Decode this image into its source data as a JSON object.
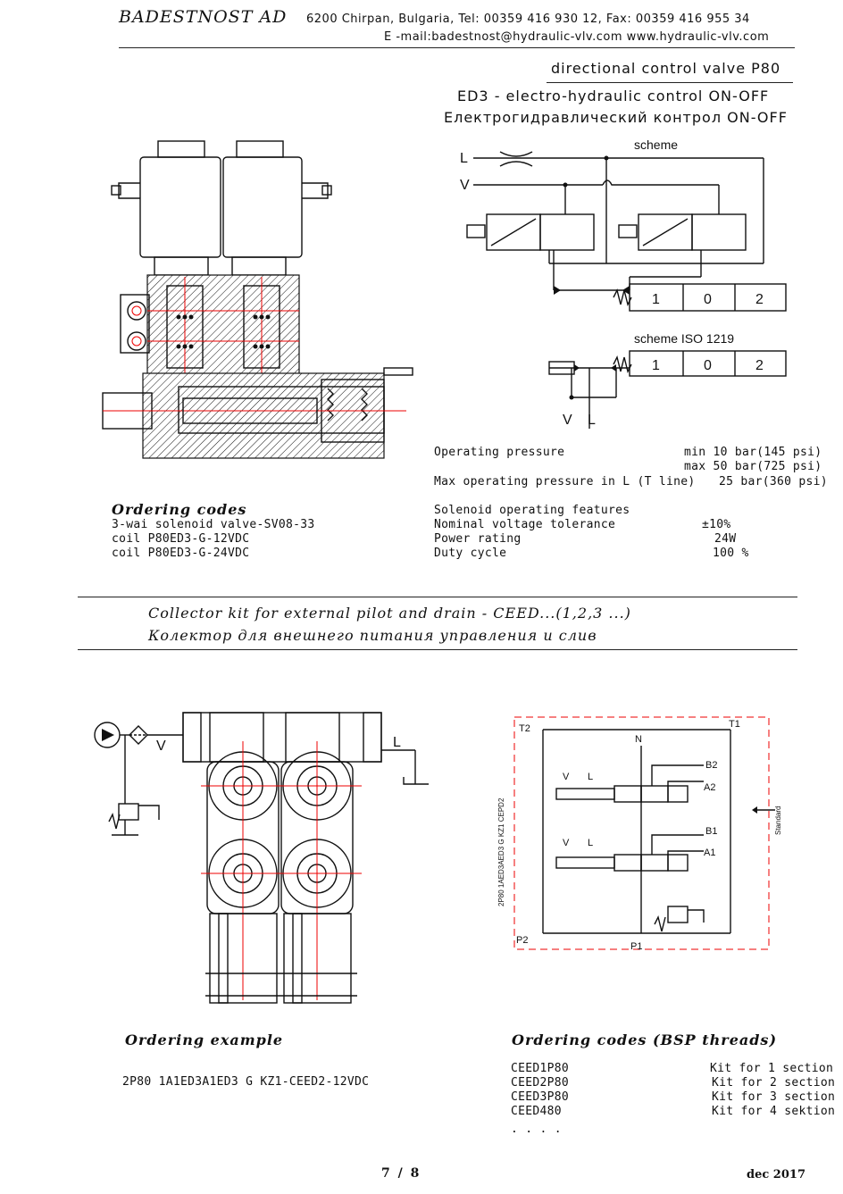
{
  "header": {
    "company": "BADESTNOST AD",
    "address": "6200 Chirpan, Bulgaria, Tel: 00359 416 930 12, Fax: 00359 416 955 34",
    "contact": "E -mail:badestnost@hydraulic-vlv.com www.hydraulic-vlv.com"
  },
  "titles": {
    "product": "directional control valve P80",
    "ed3_en": "ED3 - electro-hydraulic control ON-OFF",
    "ed3_ru": "Електрогидравлический контрол ON-OFF"
  },
  "scheme": {
    "label": "scheme",
    "iso_label": "scheme ISO 1219",
    "line_L": "L",
    "line_V": "V",
    "pos": [
      "1",
      "0",
      "2"
    ]
  },
  "specs": [
    {
      "label": "Operating pressure",
      "value": "min 10 bar(145 psi)"
    },
    {
      "label": "",
      "value": "max 50 bar(725 psi)"
    },
    {
      "label": "Max operating pressure in L (T line)",
      "value": "25 bar(360 psi)"
    }
  ],
  "solenoid": {
    "heading": "Solenoid operating features",
    "rows": [
      {
        "label": "Nominal voltage tolerance",
        "value": "±10%"
      },
      {
        "label": "Power rating",
        "value": "24W"
      },
      {
        "label": "Duty cycle",
        "value": "100 %"
      }
    ]
  },
  "ordering_codes": {
    "heading": "Ordering codes",
    "items": [
      "3-wai solenoid valve-SV08-33",
      "coil P80ED3-G-12VDC",
      "coil P80ED3-G-24VDC"
    ]
  },
  "collector": {
    "en": "Collector kit for external pilot and drain - CEED...(1,2,3 ...)",
    "ru": "Колектор  для внешнего питания управления и слив"
  },
  "collector_drawing": {
    "V": "V",
    "L": "L"
  },
  "circuit": {
    "T2": "T2",
    "T1": "T1",
    "N": "N",
    "P2": "P2",
    "P1": "P1",
    "B2": "B2",
    "A2": "A2",
    "B1": "B1",
    "A1": "A1",
    "V": "V",
    "L": "L",
    "side_label": "2P80 1AED3AED3 G KZ1 CEPD2",
    "standard": "Standard"
  },
  "ordering_example": {
    "heading": "Ordering example",
    "code": "2P80 1A1ED3A1ED3 G KZ1-CEED2-12VDC"
  },
  "ordering_bsp": {
    "heading": "Ordering codes (BSP threads)",
    "items": [
      {
        "code": "CEED1P80",
        "desc": "Kit for 1 section"
      },
      {
        "code": "CEED2P80",
        "desc": "Kit for 2 section"
      },
      {
        "code": "CEED3P80",
        "desc": "Kit for 3 section"
      },
      {
        "code": "CEED480",
        "desc": "Kit for 4 sektion"
      }
    ],
    "more": ". . . ."
  },
  "footer": {
    "page": "7 / 8",
    "date": "dec 2017"
  }
}
